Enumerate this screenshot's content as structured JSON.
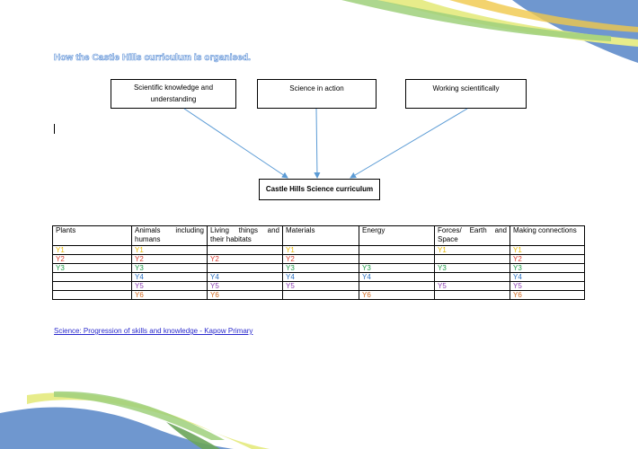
{
  "heading": "How the Castle Hills curriculum is organised.",
  "diagram": {
    "boxes": {
      "knowledge": "Scientific knowledge and understanding",
      "action": "Science in action",
      "working": "Working scientifically",
      "center": "Castle Hills Science curriculum"
    }
  },
  "table": {
    "headers": [
      "Plants",
      "Animals including humans",
      "Living things and their habitats",
      "Materials",
      "Energy",
      "Forces/ Earth and Space",
      "Making connections"
    ],
    "rows": [
      [
        "Y1",
        "Y1",
        "",
        "Y1",
        "",
        "Y1",
        "Y1"
      ],
      [
        "Y2",
        "Y2",
        "Y2",
        "Y2",
        "",
        "",
        "Y2"
      ],
      [
        "Y3",
        "Y3",
        "",
        "Y3",
        "Y3",
        "Y3",
        "Y3"
      ],
      [
        "",
        "Y4",
        "Y4",
        "Y4",
        "Y4",
        "",
        "Y4"
      ],
      [
        "",
        "Y5",
        "Y5",
        "Y5",
        "",
        "Y5",
        "Y5"
      ],
      [
        "",
        "Y6",
        "Y6",
        "",
        "Y6",
        "",
        "Y6"
      ]
    ]
  },
  "link_text": "Science: Progression of skills and knowledge - Kapow Primary",
  "colors": {
    "Y1": "#e6b700",
    "Y2": "#d83a2e",
    "Y3": "#1f9b48",
    "Y4": "#2a6fbf",
    "Y5": "#8a3fb0",
    "Y6": "#d2691e",
    "heading_outline": "#5b8fd6",
    "link": "#2a2acd",
    "arrow": "#5b9bd5"
  }
}
